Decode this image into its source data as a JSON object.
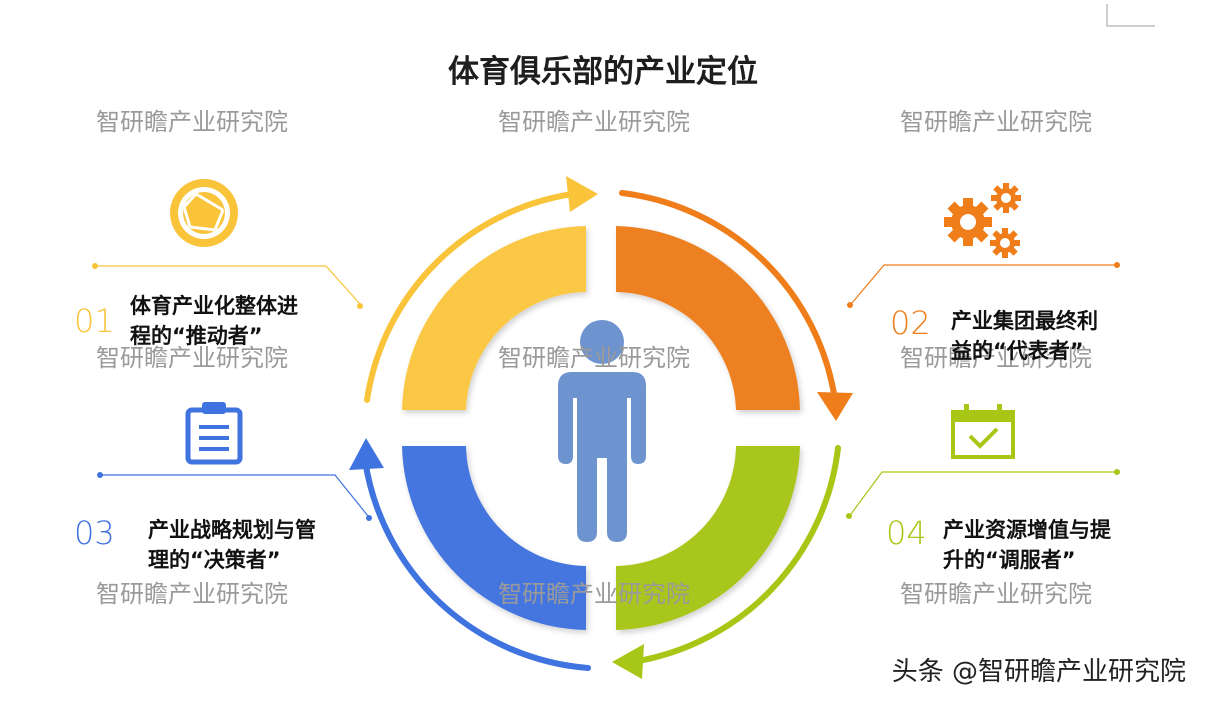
{
  "title": "体育俱乐部的产业定位",
  "watermark": "智研瞻产业研究院",
  "footer": "头条 @智研瞻产业研究院",
  "roles": [
    {
      "number": "01",
      "line1": "体育产业化整体进",
      "line2": "程的“推动者”",
      "color": "#f9c33a",
      "icon": "aperture-icon"
    },
    {
      "number": "02",
      "line1": "产业集团最终利",
      "line2": "益的“代表者”",
      "color": "#ef7d1a",
      "icon": "gears-icon"
    },
    {
      "number": "03",
      "line1": "产业战略规划与管",
      "line2": "理的“决策者”",
      "color": "#3f73e0",
      "icon": "clipboard-icon"
    },
    {
      "number": "04",
      "line1": "产业资源增值与提",
      "line2": "升的“调服者”",
      "color": "#a7c616",
      "icon": "calendar-check-icon"
    }
  ],
  "center_icon": "person-icon"
}
